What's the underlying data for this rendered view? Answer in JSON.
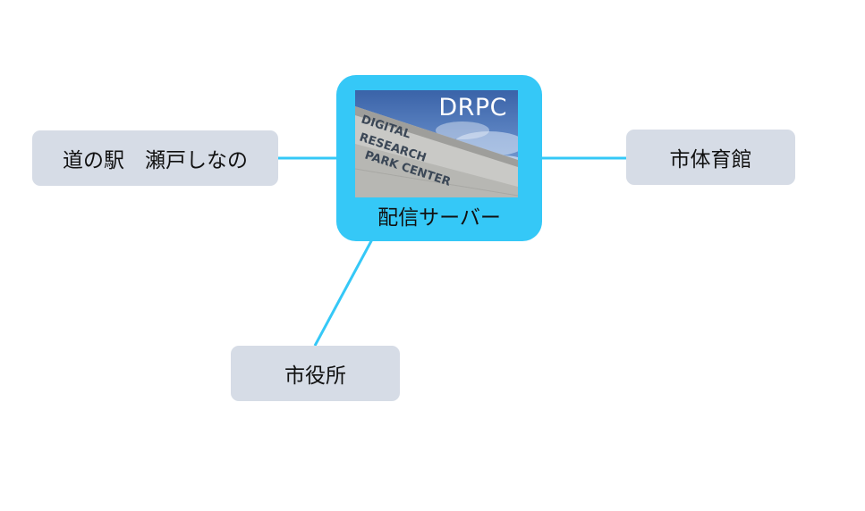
{
  "diagram": {
    "center": {
      "label": "配信サーバー",
      "photo_caption": "DRPC",
      "photo_sign_lines": [
        "DIGITAL",
        "RESEARCH",
        "PARK  CENTER"
      ],
      "fill_color": "#35c8f7"
    },
    "nodes": [
      {
        "label": "道の駅　瀬戸しなの"
      },
      {
        "label": "市体育館"
      },
      {
        "label": "市役所"
      }
    ],
    "node_fill_color": "#d6dce6",
    "connector_color": "#35c8f7"
  }
}
